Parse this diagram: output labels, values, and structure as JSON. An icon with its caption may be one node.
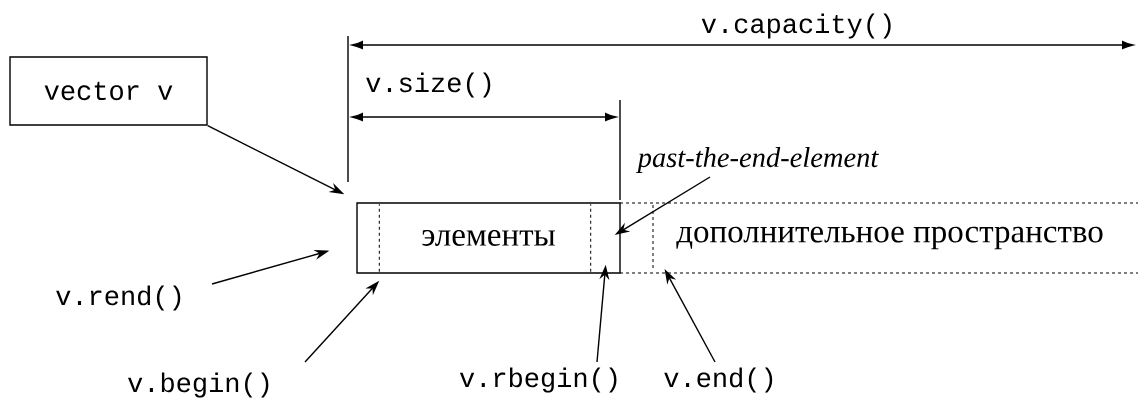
{
  "diagram": {
    "nodes": [
      {
        "text": [
          "vector v"
        ]
      },
      {
        "text": [
          "элементы"
        ]
      },
      {
        "text": [
          "дополнительное пространство"
        ]
      },
      {
        "text": [
          "v.rend()"
        ]
      },
      {
        "text": [
          "v.begin()"
        ]
      },
      {
        "text": [
          "v.rbegin()"
        ]
      },
      {
        "text": [
          "v.end()"
        ]
      },
      {
        "text": [
          "past-the-end-element"
        ]
      }
    ],
    "edges": [
      {
        "from": 0,
        "to": 1,
        "arrow": "to"
      },
      {
        "from": 3,
        "to": 1,
        "arrow": "to"
      },
      {
        "from": 4,
        "to": 1,
        "arrow": "to"
      },
      {
        "from": 5,
        "to": 1,
        "arrow": "to"
      },
      {
        "from": 6,
        "to": 2,
        "arrow": "to"
      },
      {
        "from": 7,
        "to": 1,
        "arrow": "to"
      }
    ],
    "labels": [
      "v.capacity()",
      "v.size()"
    ]
  }
}
